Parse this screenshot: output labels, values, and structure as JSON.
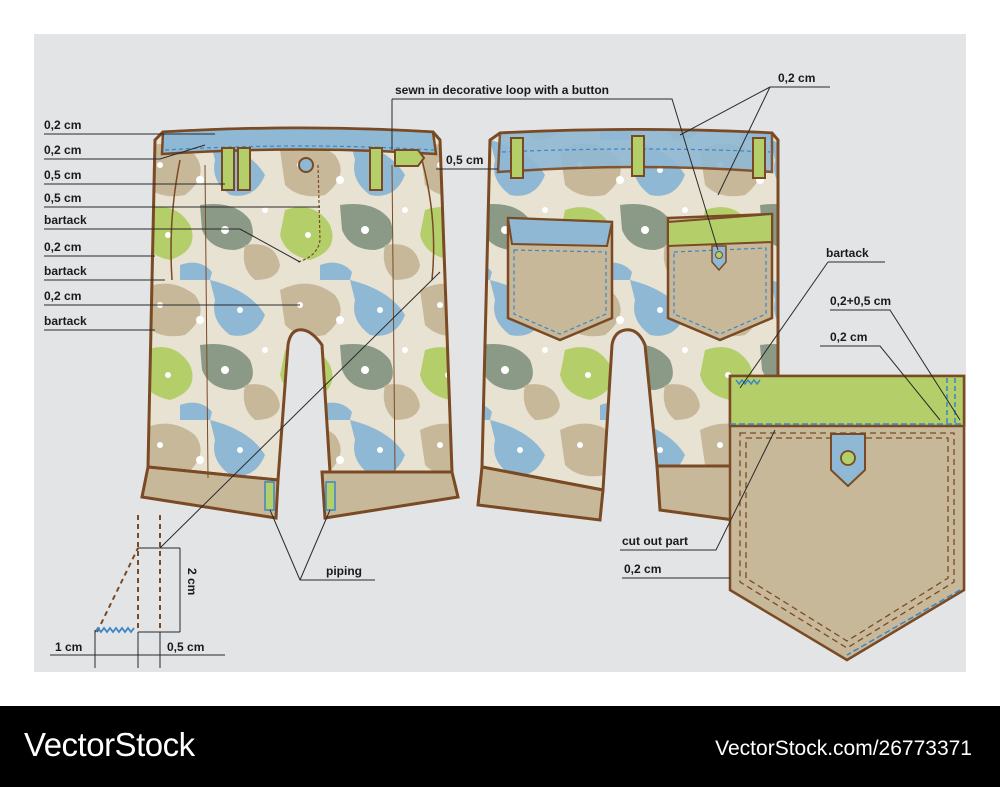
{
  "labels": {
    "front_left": [
      "0,2 cm",
      "0,2 cm",
      "0,5 cm",
      "0,5 cm",
      "bartack",
      "0,2 cm",
      "bartack",
      "0,2 cm",
      "bartack"
    ],
    "loop": "sewn in decorative loop with a button",
    "back_top": "0,2 cm",
    "back_waist": "0,5 cm",
    "pocket_bartack": "bartack",
    "pocket_sum": "0,2+0,5 cm",
    "pocket_edge": "0,2 cm",
    "cut_out": "cut out part",
    "pocket_bottom": "0,2 cm",
    "piping": "piping",
    "detail_height": "2 cm",
    "detail_left": "1 cm",
    "detail_right": "0,5 cm"
  },
  "footer": {
    "brand": "VectorStock",
    "image_id": "VectorStock.com/26773371"
  },
  "colors": {
    "panel": "#e3e4e6",
    "outline": "#7a4a24",
    "khaki": "#c8b89a",
    "blue": "#8fb8d4",
    "green": "#b4cf6a",
    "gray_green": "#8a9a86",
    "stitch": "#3a86c8",
    "leader": "#2a2a2a",
    "footer_bg": "#000000",
    "footer_text": "#ffffff"
  }
}
